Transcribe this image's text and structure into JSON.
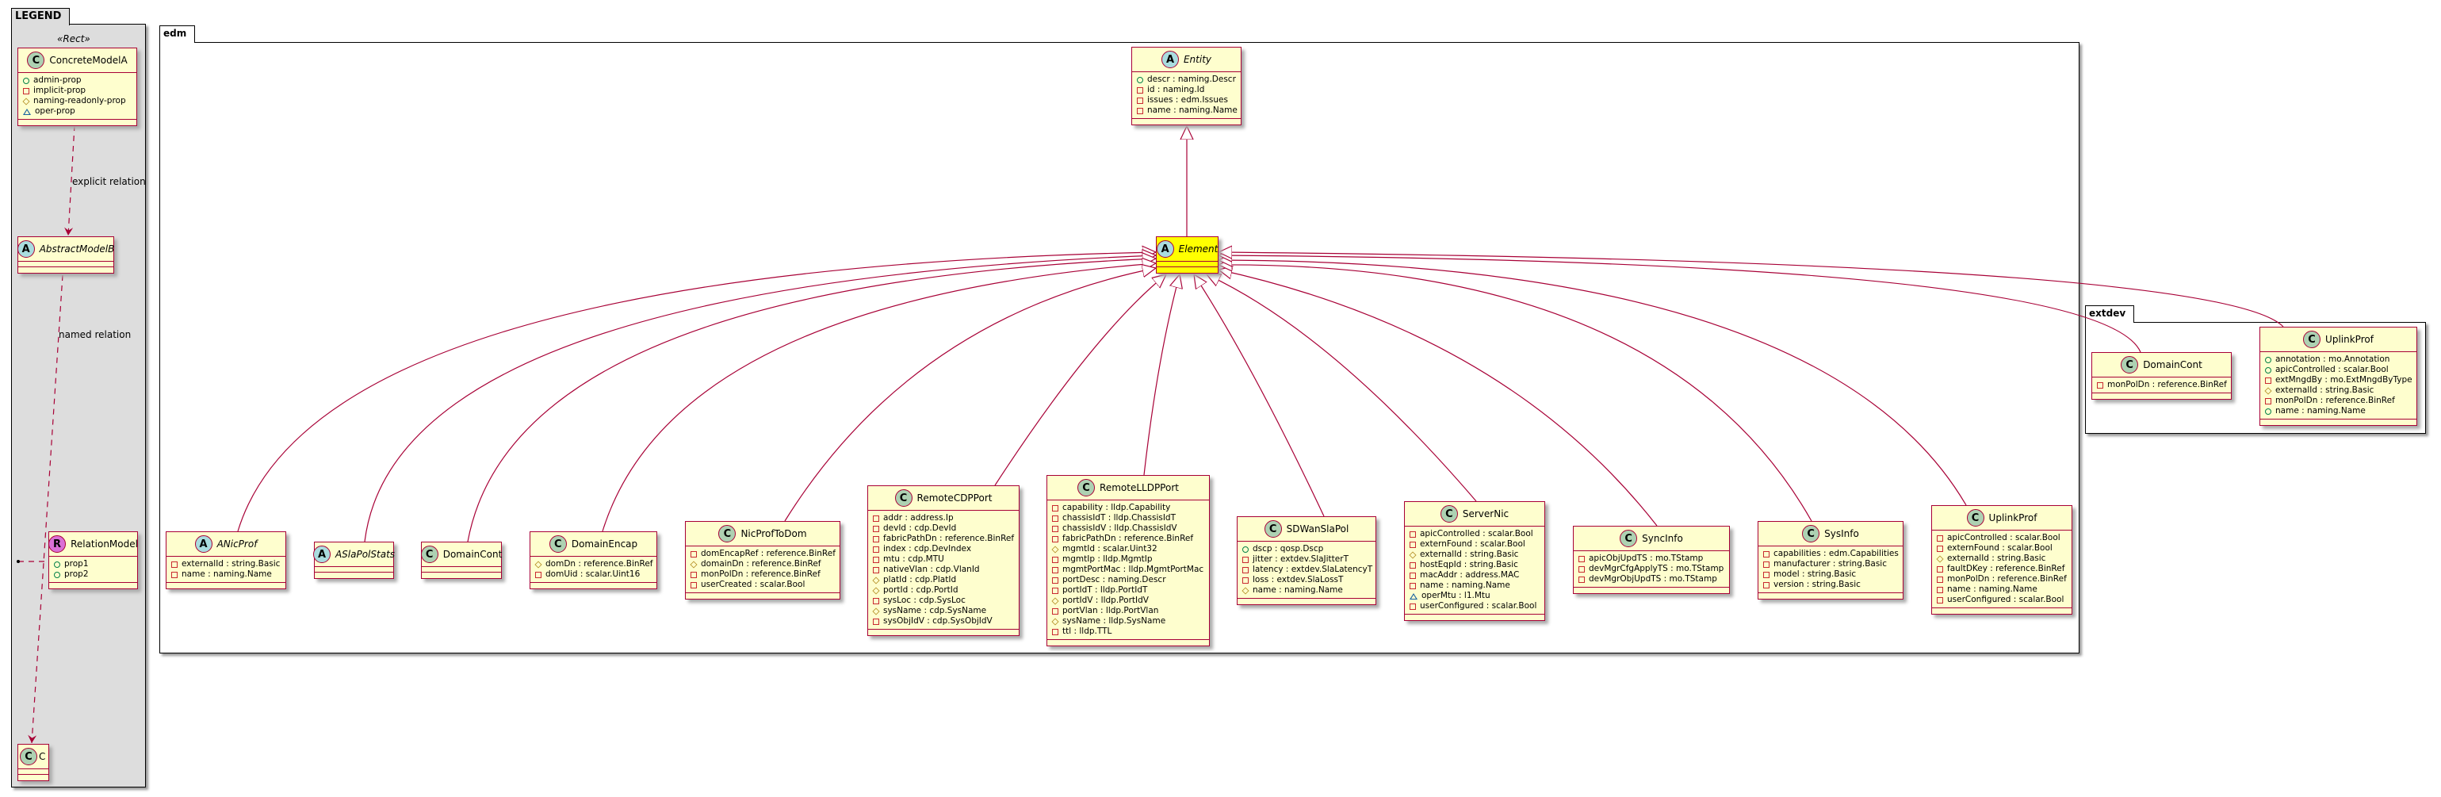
{
  "legend": {
    "title": "LEGEND",
    "stereotype": "«Rect»",
    "explicit_relation_label": "explicit relation",
    "named_relation_label": "named relation",
    "classes": [
      {
        "id": "concreteA",
        "name": "ConcreteModelA",
        "kind": "C",
        "attrs": [
          {
            "vis": "+",
            "text": "admin-prop"
          },
          {
            "vis": "-",
            "text": "implicit-prop"
          },
          {
            "vis": "#",
            "text": "naming-readonly-prop"
          },
          {
            "vis": "~",
            "text": "oper-prop"
          }
        ]
      },
      {
        "id": "abstractB",
        "name": "AbstractModelB",
        "kind": "A",
        "attrs": []
      },
      {
        "id": "relModel",
        "name": "RelationModel",
        "kind": "R",
        "attrs": [
          {
            "vis": "+",
            "text": "prop1"
          },
          {
            "vis": "+",
            "text": "prop2"
          }
        ]
      },
      {
        "id": "c",
        "name": "C",
        "kind": "C",
        "attrs": []
      }
    ]
  },
  "packages": {
    "edm": "edm",
    "extdev": "extdev"
  },
  "colors": {
    "line": "#A80036",
    "class_bg": "#FEFECE",
    "highlight": "#FFFF00",
    "legend_bg": "#DDDDDD"
  },
  "classes": [
    {
      "id": "entity",
      "name": "Entity",
      "kind": "A",
      "attrs": [
        {
          "vis": "+",
          "text": "descr : naming.Descr"
        },
        {
          "vis": "-",
          "text": "id : naming.Id"
        },
        {
          "vis": "-",
          "text": "issues : edm.Issues"
        },
        {
          "vis": "-",
          "text": "name : naming.Name"
        }
      ]
    },
    {
      "id": "element",
      "name": "Element",
      "kind": "A",
      "highlight": true,
      "attrs": []
    },
    {
      "id": "anicprof",
      "name": "ANicProf",
      "kind": "A",
      "attrs": [
        {
          "vis": "-",
          "text": "externalId : string.Basic"
        },
        {
          "vis": "-",
          "text": "name : naming.Name"
        }
      ]
    },
    {
      "id": "aslapolstats",
      "name": "ASlaPolStats",
      "kind": "A",
      "attrs": []
    },
    {
      "id": "domaincont",
      "name": "DomainCont",
      "kind": "C",
      "attrs": []
    },
    {
      "id": "domainencap",
      "name": "DomainEncap",
      "kind": "C",
      "attrs": [
        {
          "vis": "#",
          "text": "domDn : reference.BinRef"
        },
        {
          "vis": "-",
          "text": "domUid : scalar.Uint16"
        }
      ]
    },
    {
      "id": "nicproftodom",
      "name": "NicProfToDom",
      "kind": "C",
      "attrs": [
        {
          "vis": "-",
          "text": "domEncapRef : reference.BinRef"
        },
        {
          "vis": "#",
          "text": "domainDn : reference.BinRef"
        },
        {
          "vis": "-",
          "text": "monPolDn : reference.BinRef"
        },
        {
          "vis": "-",
          "text": "userCreated : scalar.Bool"
        }
      ]
    },
    {
      "id": "remotecdpport",
      "name": "RemoteCDPPort",
      "kind": "C",
      "attrs": [
        {
          "vis": "-",
          "text": "addr : address.Ip"
        },
        {
          "vis": "-",
          "text": "devId : cdp.DevId"
        },
        {
          "vis": "-",
          "text": "fabricPathDn : reference.BinRef"
        },
        {
          "vis": "-",
          "text": "index : cdp.DevIndex"
        },
        {
          "vis": "-",
          "text": "mtu : cdp.MTU"
        },
        {
          "vis": "-",
          "text": "nativeVlan : cdp.VlanId"
        },
        {
          "vis": "#",
          "text": "platId : cdp.PlatId"
        },
        {
          "vis": "#",
          "text": "portId : cdp.PortId"
        },
        {
          "vis": "-",
          "text": "sysLoc : cdp.SysLoc"
        },
        {
          "vis": "#",
          "text": "sysName : cdp.SysName"
        },
        {
          "vis": "-",
          "text": "sysObjIdV : cdp.SysObjIdV"
        }
      ]
    },
    {
      "id": "remotelldpport",
      "name": "RemoteLLDPPort",
      "kind": "C",
      "attrs": [
        {
          "vis": "-",
          "text": "capability : lldp.Capability"
        },
        {
          "vis": "-",
          "text": "chassisIdT : lldp.ChassisIdT"
        },
        {
          "vis": "-",
          "text": "chassisIdV : lldp.ChassisIdV"
        },
        {
          "vis": "-",
          "text": "fabricPathDn : reference.BinRef"
        },
        {
          "vis": "#",
          "text": "mgmtId : scalar.Uint32"
        },
        {
          "vis": "-",
          "text": "mgmtIp : lldp.MgmtIp"
        },
        {
          "vis": "-",
          "text": "mgmtPortMac : lldp.MgmtPortMac"
        },
        {
          "vis": "-",
          "text": "portDesc : naming.Descr"
        },
        {
          "vis": "-",
          "text": "portIdT : lldp.PortIdT"
        },
        {
          "vis": "#",
          "text": "portIdV : lldp.PortIdV"
        },
        {
          "vis": "-",
          "text": "portVlan : lldp.PortVlan"
        },
        {
          "vis": "#",
          "text": "sysName : lldp.SysName"
        },
        {
          "vis": "-",
          "text": "ttl : lldp.TTL"
        }
      ]
    },
    {
      "id": "sdwanslapol",
      "name": "SDWanSlaPol",
      "kind": "C",
      "attrs": [
        {
          "vis": "+",
          "text": "dscp : qosp.Dscp"
        },
        {
          "vis": "-",
          "text": "jitter : extdev.SlaJitterT"
        },
        {
          "vis": "-",
          "text": "latency : extdev.SlaLatencyT"
        },
        {
          "vis": "-",
          "text": "loss : extdev.SlaLossT"
        },
        {
          "vis": "#",
          "text": "name : naming.Name"
        }
      ]
    },
    {
      "id": "servernic",
      "name": "ServerNic",
      "kind": "C",
      "attrs": [
        {
          "vis": "-",
          "text": "apicControlled : scalar.Bool"
        },
        {
          "vis": "-",
          "text": "externFound : scalar.Bool"
        },
        {
          "vis": "#",
          "text": "externalId : string.Basic"
        },
        {
          "vis": "-",
          "text": "hostEqpId : string.Basic"
        },
        {
          "vis": "-",
          "text": "macAddr : address.MAC"
        },
        {
          "vis": "-",
          "text": "name : naming.Name"
        },
        {
          "vis": "~",
          "text": "operMtu : l1.Mtu"
        },
        {
          "vis": "-",
          "text": "userConfigured : scalar.Bool"
        }
      ]
    },
    {
      "id": "syncinfo",
      "name": "SyncInfo",
      "kind": "C",
      "attrs": [
        {
          "vis": "-",
          "text": "apicObjUpdTS : mo.TStamp"
        },
        {
          "vis": "-",
          "text": "devMgrCfgApplyTS : mo.TStamp"
        },
        {
          "vis": "-",
          "text": "devMgrObjUpdTS : mo.TStamp"
        }
      ]
    },
    {
      "id": "sysinfo",
      "name": "SysInfo",
      "kind": "C",
      "attrs": [
        {
          "vis": "-",
          "text": "capabilities : edm.Capabilities"
        },
        {
          "vis": "-",
          "text": "manufacturer : string.Basic"
        },
        {
          "vis": "-",
          "text": "model : string.Basic"
        },
        {
          "vis": "-",
          "text": "version : string.Basic"
        }
      ]
    },
    {
      "id": "uplinkprof",
      "name": "UplinkProf",
      "kind": "C",
      "attrs": [
        {
          "vis": "-",
          "text": "apicControlled : scalar.Bool"
        },
        {
          "vis": "-",
          "text": "externFound : scalar.Bool"
        },
        {
          "vis": "#",
          "text": "externalId : string.Basic"
        },
        {
          "vis": "-",
          "text": "faultDKey : reference.BinRef"
        },
        {
          "vis": "-",
          "text": "monPolDn : reference.BinRef"
        },
        {
          "vis": "-",
          "text": "name : naming.Name"
        },
        {
          "vis": "-",
          "text": "userConfigured : scalar.Bool"
        }
      ]
    },
    {
      "id": "ext_domaincont",
      "name": "DomainCont",
      "kind": "C",
      "attrs": [
        {
          "vis": "-",
          "text": "monPolDn : reference.BinRef"
        }
      ]
    },
    {
      "id": "ext_uplinkprof",
      "name": "UplinkProf",
      "kind": "C",
      "attrs": [
        {
          "vis": "+",
          "text": "annotation : mo.Annotation"
        },
        {
          "vis": "+",
          "text": "apicControlled : scalar.Bool"
        },
        {
          "vis": "-",
          "text": "extMngdBy : mo.ExtMngdByType"
        },
        {
          "vis": "#",
          "text": "externalId : string.Basic"
        },
        {
          "vis": "-",
          "text": "monPolDn : reference.BinRef"
        },
        {
          "vis": "+",
          "text": "name : naming.Name"
        }
      ]
    }
  ]
}
